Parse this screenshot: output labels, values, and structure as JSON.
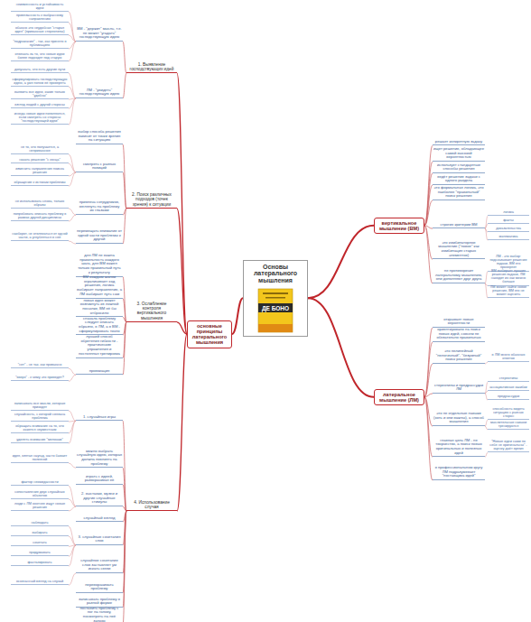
{
  "diagram": {
    "title": "Основы латерального мышления",
    "nodes": [
      {
        "text": [
          "Основы латерального мышления"
        ]
      },
      {
        "text": [
          "основные принципы латерального мышления"
        ]
      },
      {
        "text": [
          "1. Выявление господствующих идей"
        ]
      },
      {
        "text": [
          "ВМ - \"держит\" мысль, т.е. не может \"угадать\" господствующую идею"
        ]
      },
      {
        "text": [
          "неизменность и устойчивость идеи"
        ]
      },
      {
        "text": [
          "привязанность к выбранному направлению"
        ]
      },
      {
        "text": [
          "обычно это неудобная \"старая идея\" (привычные стереотипы)"
        ]
      },
      {
        "text": [
          "\"подражание\" - так, как принято в публикациях"
        ]
      },
      {
        "text": [
          "отвечать за то, что новые идеи более подходят под старую"
        ]
      },
      {
        "text": [
          "ЛМ - \"увидеть\" господствующую идею"
        ]
      },
      {
        "text": [
          "допускать, что есть другие пути"
        ]
      },
      {
        "text": [
          "сформулировать господствующую идею, а уже потом её проверять"
        ]
      },
      {
        "text": [
          "выявить все идеи, какие только \"удобны\""
        ]
      },
      {
        "text": [
          "взгляд людей с другой стороны"
        ]
      },
      {
        "text": [
          "иногда новые идеи появляются, если смотреть со стороны \"господствующей идеи\""
        ]
      },
      {
        "text": [
          "2. Поиск различных подходов (точек зрения) к ситуации"
        ]
      },
      {
        "text": [
          "выбор способа решения зависит от точки зрения на ситуацию"
        ]
      },
      {
        "text": [
          "смотреть с разных позиций"
        ]
      },
      {
        "text": [
          "не то, что получается, а непривычное"
        ]
      },
      {
        "text": [
          "начать решение \"с конца\""
        ]
      },
      {
        "text": [
          "изменить направление поиска решения"
        ]
      },
      {
        "text": [
          "обращение к истокам проблемы"
        ]
      },
      {
        "text": [
          "привлечь сотрудников, взглянуть на проблему их глазами"
        ]
      },
      {
        "text": [
          "не использовать слова, только образы"
        ]
      },
      {
        "text": [
          "попробовать описать проблему в рамках другой дисциплины"
        ]
      },
      {
        "text": [
          "перемещать внимание от одной части проблемы к другой"
        ]
      },
      {
        "text": [
          "наоборот, не отвлекаться от одной части, а углубляться в неё"
        ]
      },
      {
        "text": [
          "3. Ослабление контроля вертикального мышления"
        ]
      },
      {
        "text": [
          "для ЛМ не важна правильность каждого шага, для ВМ важен только правильный путь к результату"
        ]
      },
      {
        "text": [
          "ВМ каждым шагом ограничивает ход решения, логика выбирает направление, а ЛМ выбирает путь сам"
        ]
      },
      {
        "text": [
          "новая идея может возникнуть из ложной посылки, ВМ её бы отбросило"
        ]
      },
      {
        "text": [
          "сначала проблему следует описать образно, в ЛМ, а в ВМ - сформулировать точно"
        ]
      },
      {
        "text": [
          "лучший способ обретения гибкости - практические упражнения и постоянная тренировка"
        ]
      },
      {
        "text": [
          "провокация"
        ]
      },
      {
        "text": [
          "\"нет\" - не так, как привычно"
        ]
      },
      {
        "text": [
          "\"вверх\" - к чему это приведёт?"
        ]
      },
      {
        "text": [
          "4. Использование случая"
        ]
      },
      {
        "text": [
          "1. случайные игры"
        ]
      },
      {
        "text": [
          "записывать все мысли, которые приходят"
        ]
      },
      {
        "text": [
          "случайность, с которой связана проблема"
        ]
      },
      {
        "text": [
          "обращать внимание на то, что кажется неуместным"
        ]
      },
      {
        "text": [
          "уделять внимание \"мелочам\""
        ]
      },
      {
        "text": [
          "можно выбрать случайную идею, которая должна повлиять на проблему"
        ]
      },
      {
        "text": [
          "идея, взятая наугад, часто бывает полезной"
        ]
      },
      {
        "text": [
          "играть с идеей, разворачивая её"
        ]
      },
      {
        "text": [
          "2. выставки, музеи и другие случайные стимулы"
        ]
      },
      {
        "text": [
          "фактор неожиданности"
        ]
      },
      {
        "text": [
          "сопоставление двух случайных объектов"
        ]
      },
      {
        "text": [
          "люди с ЛМ охотнее ищут новые решения"
        ]
      },
      {
        "text": [
          "случайный взгляд"
        ]
      },
      {
        "text": [
          "3. случайные сочетания слов"
        ]
      },
      {
        "text": [
          "наблюдать"
        ]
      },
      {
        "text": [
          "выбирать"
        ]
      },
      {
        "text": [
          "сочетать"
        ]
      },
      {
        "text": [
          "придумывать"
        ]
      },
      {
        "text": [
          "фантазировать"
        ]
      },
      {
        "text": [
          "случайное сочетание слов заставляет ум искать связи"
        ]
      },
      {
        "text": [
          "осознанный взгляд на случай"
        ]
      },
      {
        "text": [
          "переворачивать проблему"
        ]
      },
      {
        "text": [
          "записывать проблему в разной форме"
        ]
      },
      {
        "text": [
          "поставить проблему с ног на голову, посмотреть на неё заново"
        ]
      },
      {
        "text": [
          "вертикальное мышление (ВМ)"
        ]
      },
      {
        "text": [
          "решает конкретную задачу"
        ]
      },
      {
        "text": [
          "ищет решение, обладающее самой высокой вероятностью"
        ]
      },
      {
        "text": [
          "использует стандартные способы решения"
        ]
      },
      {
        "text": [
          "ведёт решение задачи с одного раздела"
        ]
      },
      {
        "text": [
          "это формальная логика, это наиболее \"правильный\" поиск решения"
        ]
      },
      {
        "text": [
          "строгие критерии ВМ"
        ]
      },
      {
        "text": [
          "логика"
        ]
      },
      {
        "text": [
          "факты"
        ]
      },
      {
        "text": [
          "доказательства"
        ]
      },
      {
        "text": [
          "математика"
        ]
      },
      {
        "text": [
          "это комбинаторное мышление (\"новое\" как комбинация старых элементов)"
        ]
      },
      {
        "text": [
          "не противоречит латеральному мышлению, они дополняют друг друга"
        ]
      },
      {
        "text": [
          "ЛМ - это выбор: подсказывает решение задачи, ВМ его проверяет"
        ]
      },
      {
        "text": [
          "ВМ выбирает лучшие решения задачи, ЛМ находит их как можно больше"
        ]
      },
      {
        "text": [
          "ЛМ может найти новое решение, ВМ его не может оценить"
        ]
      },
      {
        "text": [
          "латеральное мышление (ЛМ)"
        ]
      },
      {
        "text": [
          "открывает новые вероятности"
        ]
      },
      {
        "text": [
          "ориентировано на поиск новых идей, совсем не обязательно правильных"
        ]
      },
      {
        "text": [
          "это нелинейный \"нелогичный\", \"безумный\" поиск решения"
        ]
      },
      {
        "text": [
          "в ЛМ много обычных ответов"
        ]
      },
      {
        "text": [
          "стереотипы и предрассудки ЛМ"
        ]
      },
      {
        "text": [
          "стереотипы"
        ]
      },
      {
        "text": [
          "ассоциативные ошибки"
        ]
      },
      {
        "text": [
          "предрассудки"
        ]
      },
      {
        "text": [
          "это не отдельные навыки (хоть и они важны), а способ мышления"
        ]
      },
      {
        "text": [
          "способность видеть ситуацию с разных сторон"
        ]
      },
      {
        "text": [
          "мыслительные навыки тренируются"
        ]
      },
      {
        "text": [
          "главная цель ЛМ - не творчество, а поиск новых оригинальных и полезных идей"
        ]
      },
      {
        "text": [
          "\"Новые идеи сами по себе не оригинальны\" - оценку даёт время"
        ]
      },
      {
        "text": [
          "в профессиональном кругу ЛМ подразумевает \"поставщика идей\""
        ]
      }
    ],
    "edges": [
      {
        "from": 0,
        "to": 1,
        "arrow": "none"
      },
      {
        "from": 0,
        "to": 61,
        "arrow": "none"
      },
      {
        "from": 0,
        "to": 77,
        "arrow": "none"
      },
      {
        "from": 1,
        "to": 2,
        "arrow": "none"
      },
      {
        "from": 1,
        "to": 15,
        "arrow": "none"
      },
      {
        "from": 1,
        "to": 27,
        "arrow": "none"
      },
      {
        "from": 1,
        "to": 36,
        "arrow": "none"
      },
      {
        "from": 2,
        "to": 3,
        "arrow": "none"
      },
      {
        "from": 2,
        "to": 9,
        "arrow": "none"
      },
      {
        "from": 3,
        "to": 4,
        "arrow": "none"
      },
      {
        "from": 3,
        "to": 5,
        "arrow": "none"
      },
      {
        "from": 3,
        "to": 6,
        "arrow": "none"
      },
      {
        "from": 3,
        "to": 7,
        "arrow": "none"
      },
      {
        "from": 3,
        "to": 8,
        "arrow": "none"
      },
      {
        "from": 9,
        "to": 10,
        "arrow": "none"
      },
      {
        "from": 9,
        "to": 11,
        "arrow": "none"
      },
      {
        "from": 9,
        "to": 12,
        "arrow": "none"
      },
      {
        "from": 9,
        "to": 13,
        "arrow": "none"
      },
      {
        "from": 9,
        "to": 14,
        "arrow": "none"
      },
      {
        "from": 15,
        "to": 16,
        "arrow": "none"
      },
      {
        "from": 15,
        "to": 17,
        "arrow": "none"
      },
      {
        "from": 15,
        "to": 22,
        "arrow": "none"
      },
      {
        "from": 15,
        "to": 25,
        "arrow": "none"
      },
      {
        "from": 17,
        "to": 18,
        "arrow": "none"
      },
      {
        "from": 17,
        "to": 19,
        "arrow": "none"
      },
      {
        "from": 17,
        "to": 20,
        "arrow": "none"
      },
      {
        "from": 17,
        "to": 21,
        "arrow": "none"
      },
      {
        "from": 22,
        "to": 23,
        "arrow": "none"
      },
      {
        "from": 22,
        "to": 24,
        "arrow": "none"
      },
      {
        "from": 25,
        "to": 26,
        "arrow": "none"
      },
      {
        "from": 27,
        "to": 28,
        "arrow": "none"
      },
      {
        "from": 27,
        "to": 29,
        "arrow": "none"
      },
      {
        "from": 27,
        "to": 30,
        "arrow": "none"
      },
      {
        "from": 27,
        "to": 31,
        "arrow": "none"
      },
      {
        "from": 27,
        "to": 32,
        "arrow": "none"
      },
      {
        "from": 27,
        "to": 33,
        "arrow": "none"
      },
      {
        "from": 33,
        "to": 34,
        "arrow": "none"
      },
      {
        "from": 33,
        "to": 35,
        "arrow": "none"
      },
      {
        "from": 36,
        "to": 37,
        "arrow": "none"
      },
      {
        "from": 36,
        "to": 42,
        "arrow": "none"
      },
      {
        "from": 36,
        "to": 44,
        "arrow": "none"
      },
      {
        "from": 36,
        "to": 45,
        "arrow": "none"
      },
      {
        "from": 36,
        "to": 49,
        "arrow": "none"
      },
      {
        "from": 36,
        "to": 50,
        "arrow": "none"
      },
      {
        "from": 36,
        "to": 56,
        "arrow": "none"
      },
      {
        "from": 36,
        "to": 58,
        "arrow": "none"
      },
      {
        "from": 36,
        "to": 59,
        "arrow": "none"
      },
      {
        "from": 36,
        "to": 60,
        "arrow": "none"
      },
      {
        "from": 37,
        "to": 38,
        "arrow": "none"
      },
      {
        "from": 37,
        "to": 39,
        "arrow": "none"
      },
      {
        "from": 37,
        "to": 40,
        "arrow": "none"
      },
      {
        "from": 37,
        "to": 41,
        "arrow": "none"
      },
      {
        "from": 42,
        "to": 43,
        "arrow": "none"
      },
      {
        "from": 45,
        "to": 46,
        "arrow": "none"
      },
      {
        "from": 45,
        "to": 47,
        "arrow": "none"
      },
      {
        "from": 45,
        "to": 48,
        "arrow": "none"
      },
      {
        "from": 50,
        "to": 51,
        "arrow": "none"
      },
      {
        "from": 50,
        "to": 52,
        "arrow": "none"
      },
      {
        "from": 50,
        "to": 53,
        "arrow": "none"
      },
      {
        "from": 50,
        "to": 54,
        "arrow": "none"
      },
      {
        "from": 50,
        "to": 55,
        "arrow": "none"
      },
      {
        "from": 56,
        "to": 57,
        "arrow": "none"
      },
      {
        "from": 61,
        "to": 62,
        "arrow": "none"
      },
      {
        "from": 61,
        "to": 63,
        "arrow": "none"
      },
      {
        "from": 61,
        "to": 64,
        "arrow": "none"
      },
      {
        "from": 61,
        "to": 65,
        "arrow": "none"
      },
      {
        "from": 61,
        "to": 66,
        "arrow": "none"
      },
      {
        "from": 61,
        "to": 67,
        "arrow": "none"
      },
      {
        "from": 61,
        "to": 72,
        "arrow": "none"
      },
      {
        "from": 61,
        "to": 73,
        "arrow": "none"
      },
      {
        "from": 67,
        "to": 68,
        "arrow": "none"
      },
      {
        "from": 67,
        "to": 69,
        "arrow": "none"
      },
      {
        "from": 67,
        "to": 70,
        "arrow": "none"
      },
      {
        "from": 67,
        "to": 71,
        "arrow": "none"
      },
      {
        "from": 73,
        "to": 74,
        "arrow": "none"
      },
      {
        "from": 73,
        "to": 75,
        "arrow": "none"
      },
      {
        "from": 73,
        "to": 76,
        "arrow": "none"
      },
      {
        "from": 77,
        "to": 78,
        "arrow": "none"
      },
      {
        "from": 77,
        "to": 79,
        "arrow": "none"
      },
      {
        "from": 77,
        "to": 80,
        "arrow": "none"
      },
      {
        "from": 77,
        "to": 82,
        "arrow": "none"
      },
      {
        "from": 77,
        "to": 86,
        "arrow": "none"
      },
      {
        "from": 77,
        "to": 89,
        "arrow": "none"
      },
      {
        "from": 77,
        "to": 91,
        "arrow": "none"
      },
      {
        "from": 80,
        "to": 81,
        "arrow": "none"
      },
      {
        "from": 82,
        "to": 83,
        "arrow": "none"
      },
      {
        "from": 82,
        "to": 84,
        "arrow": "none"
      },
      {
        "from": 82,
        "to": 85,
        "arrow": "none"
      },
      {
        "from": 86,
        "to": 87,
        "arrow": "none"
      },
      {
        "from": 86,
        "to": 88,
        "arrow": "none"
      },
      {
        "from": 89,
        "to": 90,
        "arrow": "none"
      }
    ],
    "labels": [
      "ДЕ БОНО"
    ]
  }
}
